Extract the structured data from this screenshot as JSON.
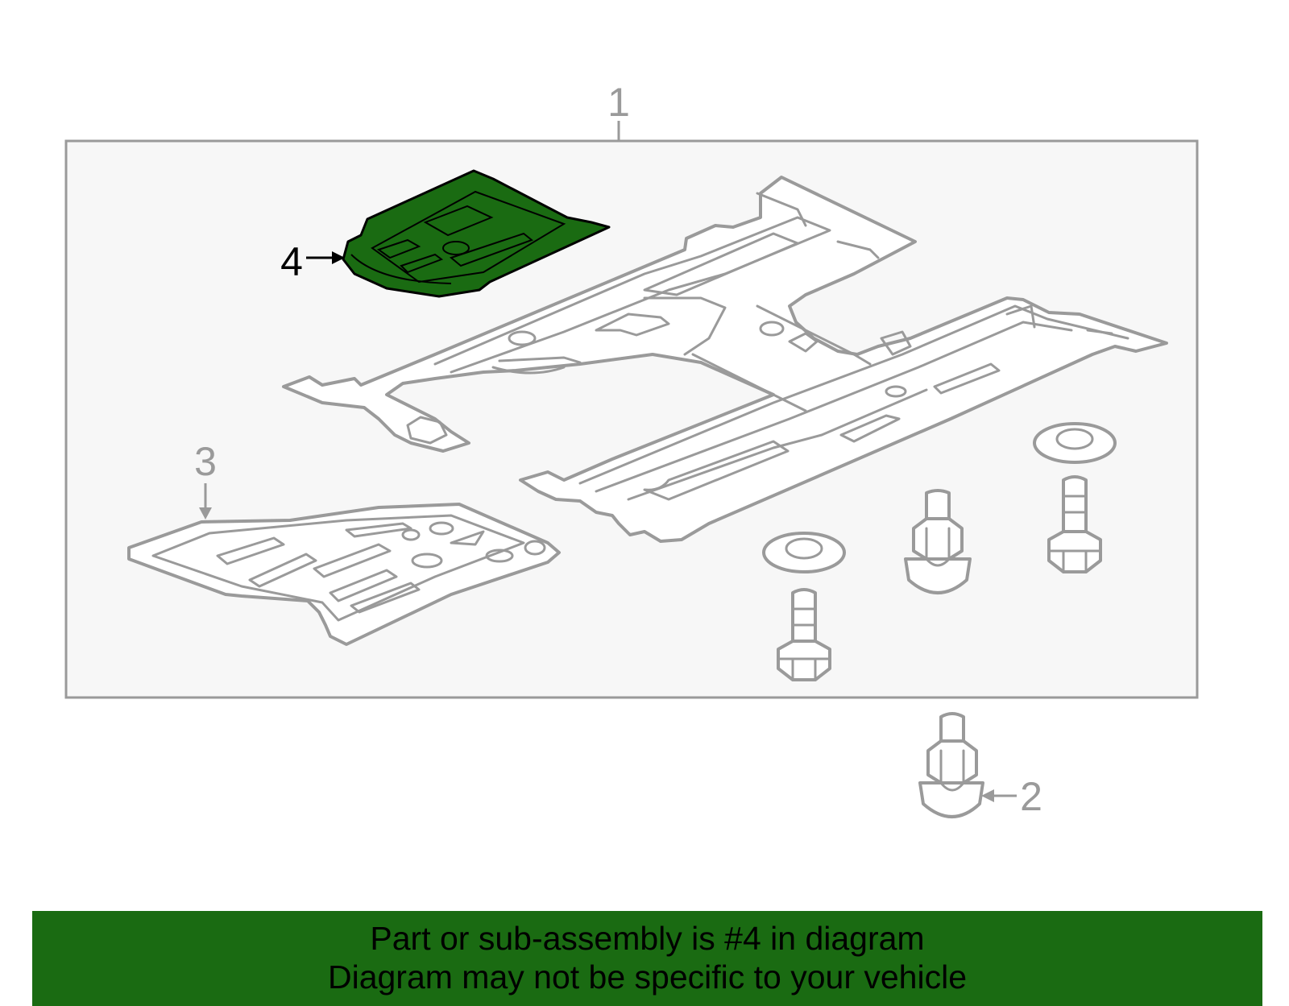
{
  "callouts": {
    "c1": "1",
    "c2": "2",
    "c3": "3",
    "c4": "4"
  },
  "banner": {
    "line1": "Part or sub-assembly is #4 in diagram",
    "line2": "Diagram may not be specific to your vehicle"
  },
  "colors": {
    "highlight": "#1a6b12",
    "part_stroke": "#9a9a9a",
    "panel_bg": "#f7f7f7",
    "panel_border": "#9a9a9a"
  }
}
